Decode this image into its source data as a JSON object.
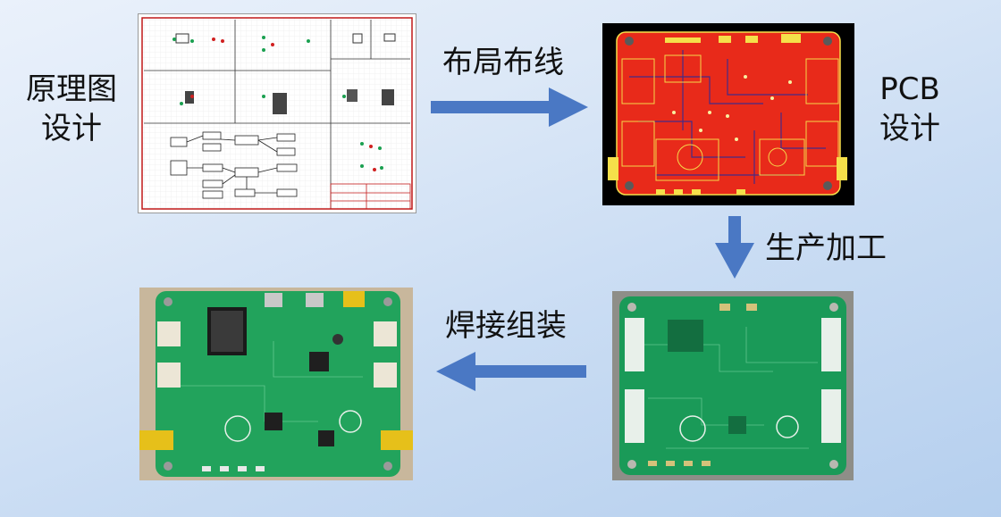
{
  "steps": {
    "schematic_design": [
      "原理图",
      "设计"
    ],
    "layout_routing": "布局布线",
    "pcb_design": [
      "PCB",
      "设计"
    ],
    "manufacturing": "生产加工",
    "assembly": "焊接组装"
  },
  "colors": {
    "arrow": "#4a78c4",
    "pcb_red": "#e82a1a",
    "pcb_green": "#1aa05a"
  }
}
